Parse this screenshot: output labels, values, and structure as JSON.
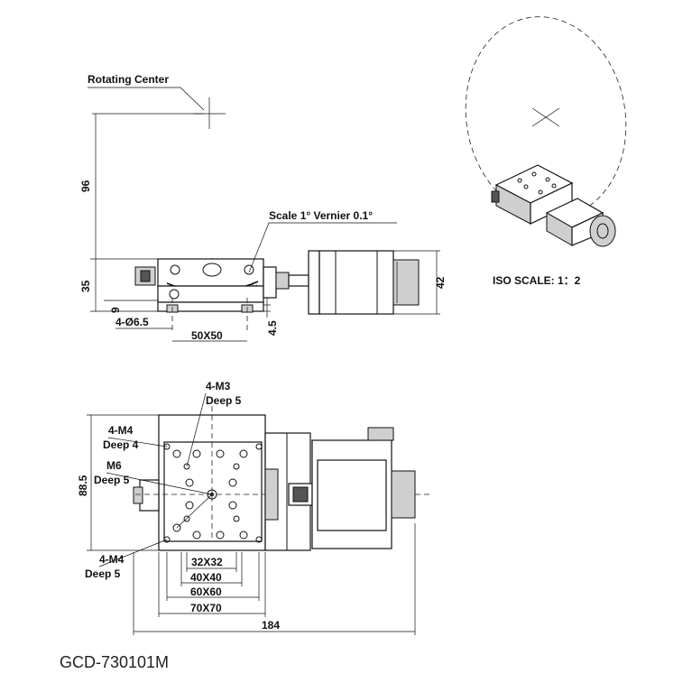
{
  "labels": {
    "rotating_center": "Rotating Center",
    "scale": "Scale 1° Vernier 0.1°",
    "iso_scale": "ISO SCALE: 1：2",
    "m3_top": "4-M3",
    "m3_top_deep": "Deep 5",
    "m4_top": "4-M4",
    "m4_top_deep": "Deep 4",
    "m6": "M6",
    "m6_deep": "Deep 5",
    "m4_bottom": "4-M4",
    "m4_bottom_deep": "Deep 5"
  },
  "dimensions": {
    "d96": "96",
    "d35": "35",
    "d9": "9",
    "d4_5": "4.5",
    "d42": "42",
    "hole": "4-Ø6.5",
    "d50x50": "50X50",
    "d88_5": "88.5",
    "d32x32": "32X32",
    "d40x40": "40X40",
    "d60x60": "60X60",
    "d70x70": "70X70",
    "d184": "184"
  },
  "model": "GCD-730101M"
}
